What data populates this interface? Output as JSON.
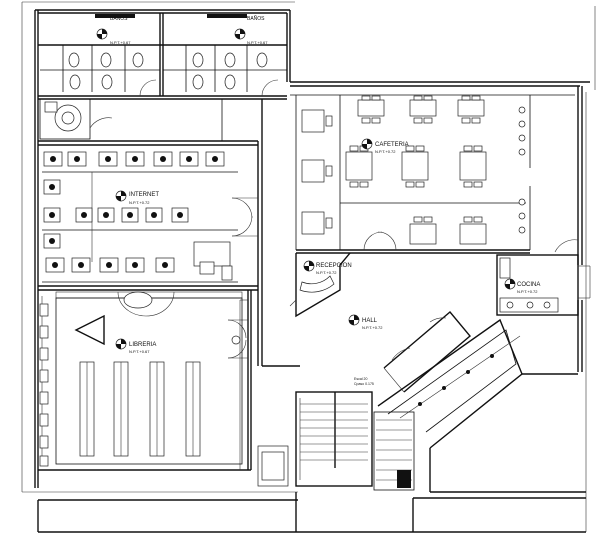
{
  "plan": {
    "rooms": [
      {
        "id": "banos-izq",
        "name": "BAÑOS",
        "level": "N.P.T.+0.67"
      },
      {
        "id": "banos-der",
        "name": "BAÑOS",
        "level": "N.P.T.+0.67"
      },
      {
        "id": "internet",
        "name": "INTERNET",
        "level": "N.P.T.+0.72"
      },
      {
        "id": "cafeteria",
        "name": "CAFETERIA",
        "level": "N.P.T.+0.72"
      },
      {
        "id": "recepcion",
        "name": "RECEPCION",
        "level": "N.P.T.+0.72"
      },
      {
        "id": "cocina",
        "name": "COCINA",
        "level": "N.P.T.+0.72"
      },
      {
        "id": "libreria",
        "name": "LIBRERIA",
        "level": "N.P.T.+0.67"
      },
      {
        "id": "hall",
        "name": "HALL",
        "level": "N.P.T.+0.72"
      }
    ],
    "stair_note": [
      "Escal 20",
      "Cpaso 0.175"
    ]
  }
}
